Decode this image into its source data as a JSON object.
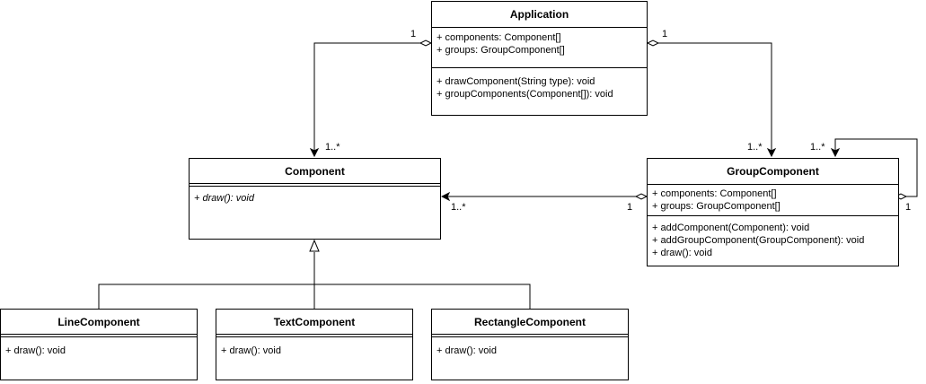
{
  "classes": {
    "application": {
      "name": "Application",
      "attributes": [
        "+ components: Component[]",
        "+ groups: GroupComponent[]"
      ],
      "operations": [
        "+ drawComponent(String type): void",
        "+ groupComponents(Component[]): void"
      ]
    },
    "component": {
      "name": "Component",
      "operations": [
        "+ draw(): void"
      ]
    },
    "group_component": {
      "name": "GroupComponent",
      "attributes": [
        "+ components: Component[]",
        "+ groups: GroupComponent[]"
      ],
      "operations": [
        "+ addComponent(Component): void",
        "+ addGroupComponent(GroupComponent): void",
        "+ draw(): void"
      ]
    },
    "line_component": {
      "name": "LineComponent",
      "operations": [
        "+ draw(): void"
      ]
    },
    "text_component": {
      "name": "TextComponent",
      "operations": [
        "+ draw(): void"
      ]
    },
    "rectangle_component": {
      "name": "RectangleComponent",
      "operations": [
        "+ draw(): void"
      ]
    }
  },
  "multiplicities": {
    "app_to_component_source": "1",
    "app_to_component_target": "1..*",
    "app_to_group_source": "1",
    "app_to_group_target": "1..*",
    "group_to_component_source": "1",
    "group_to_component_target": "1..*",
    "group_self_source": "1",
    "group_self_target": "1..*"
  }
}
